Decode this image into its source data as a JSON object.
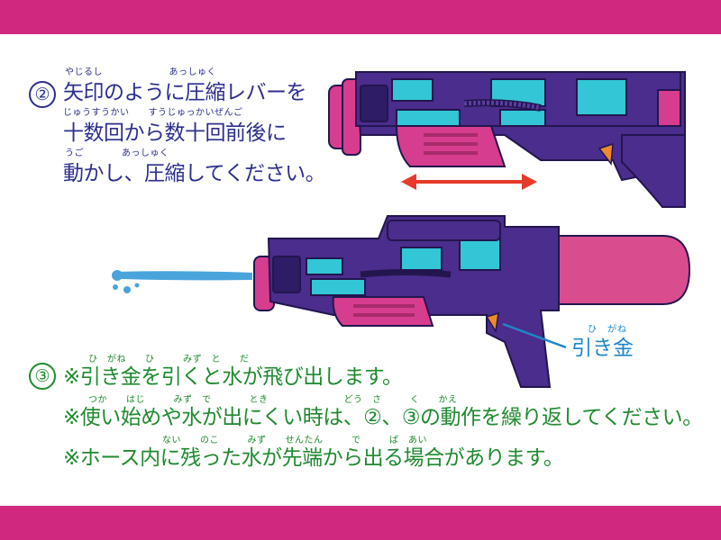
{
  "colors": {
    "band": "#d0287f",
    "step2_text": "#2d2f8f",
    "step3_text": "#1f8a2f",
    "label_text": "#1f87c9",
    "gun_body": "#4a2d8c",
    "gun_dark": "#23164f",
    "gun_cyan": "#33c6d6",
    "gun_pink": "#d73d8e",
    "tank": "#d94d8f",
    "arrow": "#e63a2a",
    "water": "#4aa4dc"
  },
  "icons": {
    "gun_top": "water-gun-pump-illustration",
    "gun_bottom": "water-gun-spraying-illustration",
    "arrow": "double-headed-arrow",
    "water_spray": "water-spray"
  },
  "step2": {
    "number": "②",
    "lines": [
      {
        "ruby": "やじるし　　　　　　　あっしゅく",
        "text": "矢印のように圧縮レバーを"
      },
      {
        "ruby": "じゅうすうかい　　すうじゅっかいぜんご",
        "text": "十数回から数十回前後に"
      },
      {
        "ruby": "うご　　　　あっしゅく",
        "text": "動かし、圧縮してください。"
      }
    ]
  },
  "trigger_label": {
    "ruby": "ひ　がね",
    "text": "引き金"
  },
  "step3": {
    "number": "③",
    "lines": [
      {
        "ruby": "ひ　がね　　ひ　　　みず　と　　だ",
        "text": "※引き金を引くと水が飛び出します。"
      },
      {
        "ruby": "つか　　はじ　　　みず　で　　　　とき　　　　　　　　どう　さ　　　く　　かえ",
        "text": "※使い始めや水が出にくい時は、②、③の動作を繰り返してください。"
      },
      {
        "ruby": "ない　　のこ　　　みず　　せんたん　　　で　　　ば　あい",
        "text": "※ホース内に残った水が先端から出る場合があります。"
      }
    ]
  }
}
